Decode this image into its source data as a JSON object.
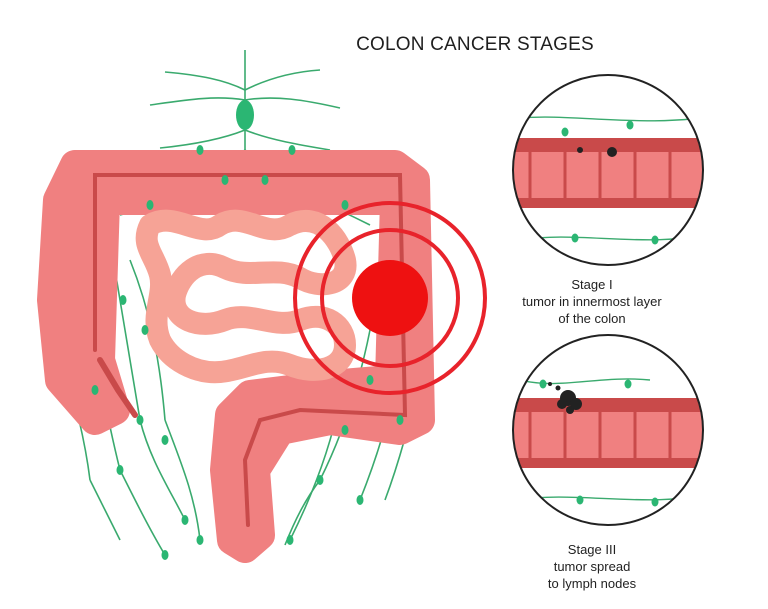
{
  "title": "COLON CANCER STAGES",
  "stages": [
    {
      "label": "Stage I",
      "line1": "tumor in innermost layer",
      "line2": "of the colon"
    },
    {
      "label": "Stage III",
      "line1": "tumor spread",
      "line2": "to lymph nodes"
    }
  ],
  "colors": {
    "colon_fill": "#f08080",
    "colon_light": "#f7a8a0",
    "colon_dark": "#c94a4a",
    "small_intestine": "#f6a396",
    "lymph": "#2bb673",
    "lymph_vessel": "#3aaa6e",
    "tumor": "#ee1111",
    "ring": "#e8232b",
    "cancer_cell": "#222222"
  }
}
